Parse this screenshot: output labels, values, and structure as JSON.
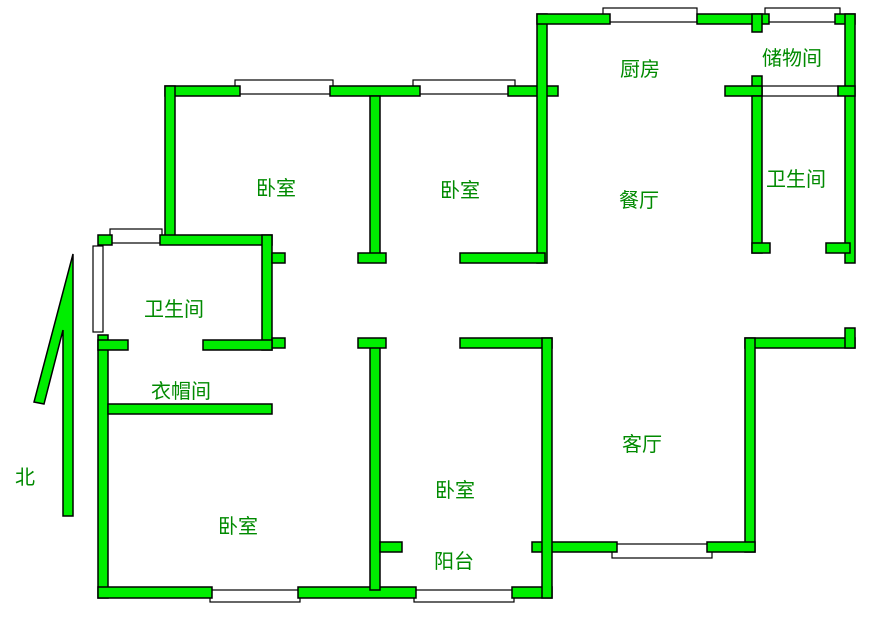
{
  "title": "Floor plan",
  "colors": {
    "wall": "#00ee00",
    "label": "#008a00"
  },
  "rooms": {
    "kitchen": "厨房",
    "storage": "储物间",
    "dining": "餐厅",
    "bath_right": "卫生间",
    "bedroom_nw": "卧室",
    "bedroom_n": "卧室",
    "bath_left": "卫生间",
    "cloakroom": "衣帽间",
    "bedroom_sw": "卧室",
    "bedroom_s": "卧室",
    "balcony": "阳台",
    "living": "客厅"
  },
  "compass": {
    "label": "北"
  }
}
